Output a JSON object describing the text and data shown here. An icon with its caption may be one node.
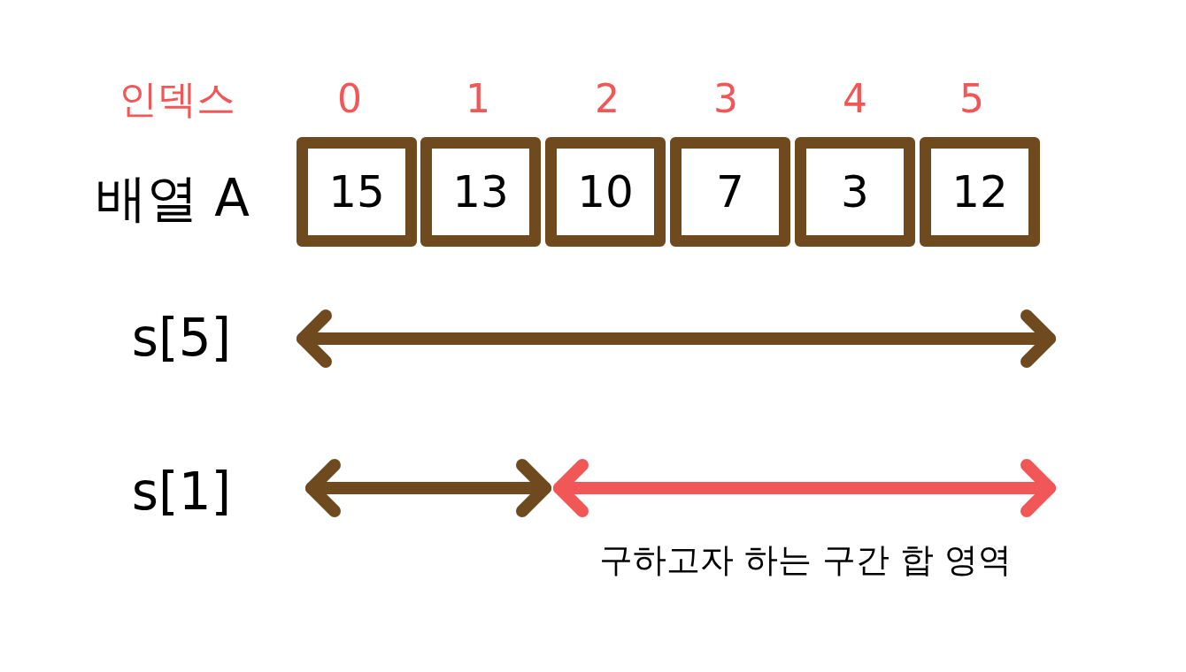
{
  "diagram": {
    "nodes": [
      {
        "text": [
          "15"
        ]
      },
      {
        "text": [
          "13"
        ]
      },
      {
        "text": [
          "10"
        ]
      },
      {
        "text": [
          "7"
        ]
      },
      {
        "text": [
          "3"
        ]
      },
      {
        "text": [
          "12"
        ]
      }
    ],
    "edges": [],
    "labels": [
      "인덱스",
      "0",
      "1",
      "2",
      "3",
      "4",
      "5",
      "배열 A",
      "s[5]",
      "s[1]",
      "구하고자 하는 구간 합 영역"
    ]
  }
}
